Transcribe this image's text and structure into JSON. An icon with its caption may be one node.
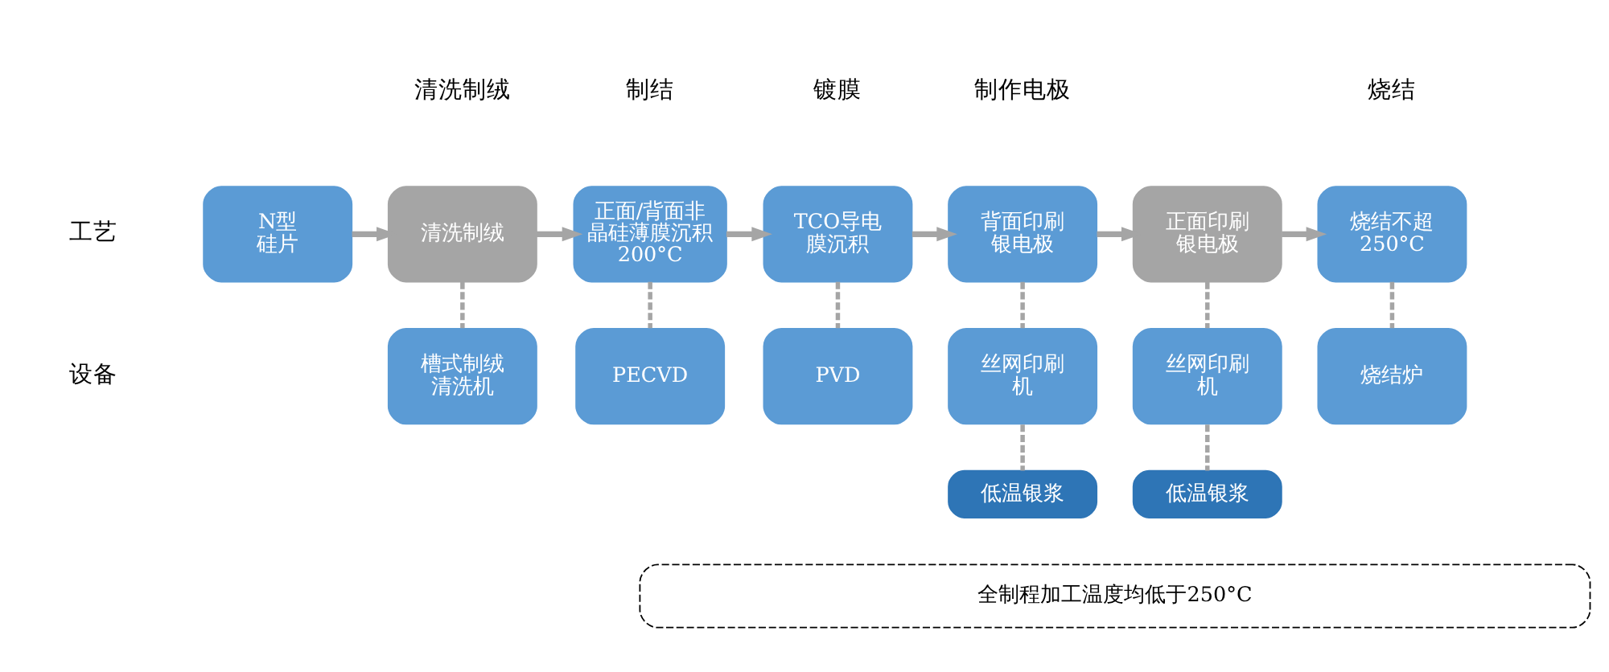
{
  "diagram": {
    "nodes": [
      {
        "text": [
          "N型硅片"
        ]
      },
      {
        "text": [
          "清洗制绒"
        ]
      },
      {
        "text": [
          "正面/背面非晶硅薄膜沉积200°C"
        ]
      },
      {
        "text": [
          "TCO导电膜沉积"
        ]
      },
      {
        "text": [
          "背面印刷银电极"
        ]
      },
      {
        "text": [
          "正面印刷银电极"
        ]
      },
      {
        "text": [
          "烧结不超250°C"
        ]
      },
      {
        "text": [
          "槽式制绒清洗机"
        ]
      },
      {
        "text": [
          "PECVD"
        ]
      },
      {
        "text": [
          "PVD"
        ]
      },
      {
        "text": [
          "丝网印刷机"
        ]
      },
      {
        "text": [
          "丝网印刷机"
        ]
      },
      {
        "text": [
          "烧结炉"
        ]
      },
      {
        "text": [
          "低温银浆"
        ]
      },
      {
        "text": [
          "低温银浆"
        ]
      },
      {
        "text": [
          "全制程加工温度均低于250°C"
        ]
      }
    ],
    "edges": [
      {
        "from": 0,
        "to": 1,
        "arrow": "to"
      },
      {
        "from": 1,
        "to": 2,
        "arrow": "to"
      },
      {
        "from": 2,
        "to": 3,
        "arrow": "to"
      },
      {
        "from": 3,
        "to": 4,
        "arrow": "to"
      },
      {
        "from": 4,
        "to": 5,
        "arrow": "to"
      },
      {
        "from": 5,
        "to": 6,
        "arrow": "to"
      },
      {
        "from": 1,
        "to": 7,
        "arrow": "none",
        "style": "dashed"
      },
      {
        "from": 2,
        "to": 8,
        "arrow": "none",
        "style": "dashed"
      },
      {
        "from": 3,
        "to": 9,
        "arrow": "none",
        "style": "dashed"
      },
      {
        "from": 4,
        "to": 10,
        "arrow": "none",
        "style": "dashed"
      },
      {
        "from": 5,
        "to": 11,
        "arrow": "none",
        "style": "dashed"
      },
      {
        "from": 6,
        "to": 12,
        "arrow": "none",
        "style": "dashed"
      },
      {
        "from": 10,
        "to": 13,
        "arrow": "none",
        "style": "dashed"
      },
      {
        "from": 11,
        "to": 14,
        "arrow": "none",
        "style": "dashed"
      }
    ],
    "labels": [
      "清洗制绒",
      "制结",
      "镀膜",
      "制作电极",
      "烧结",
      "工艺",
      "设备"
    ]
  }
}
